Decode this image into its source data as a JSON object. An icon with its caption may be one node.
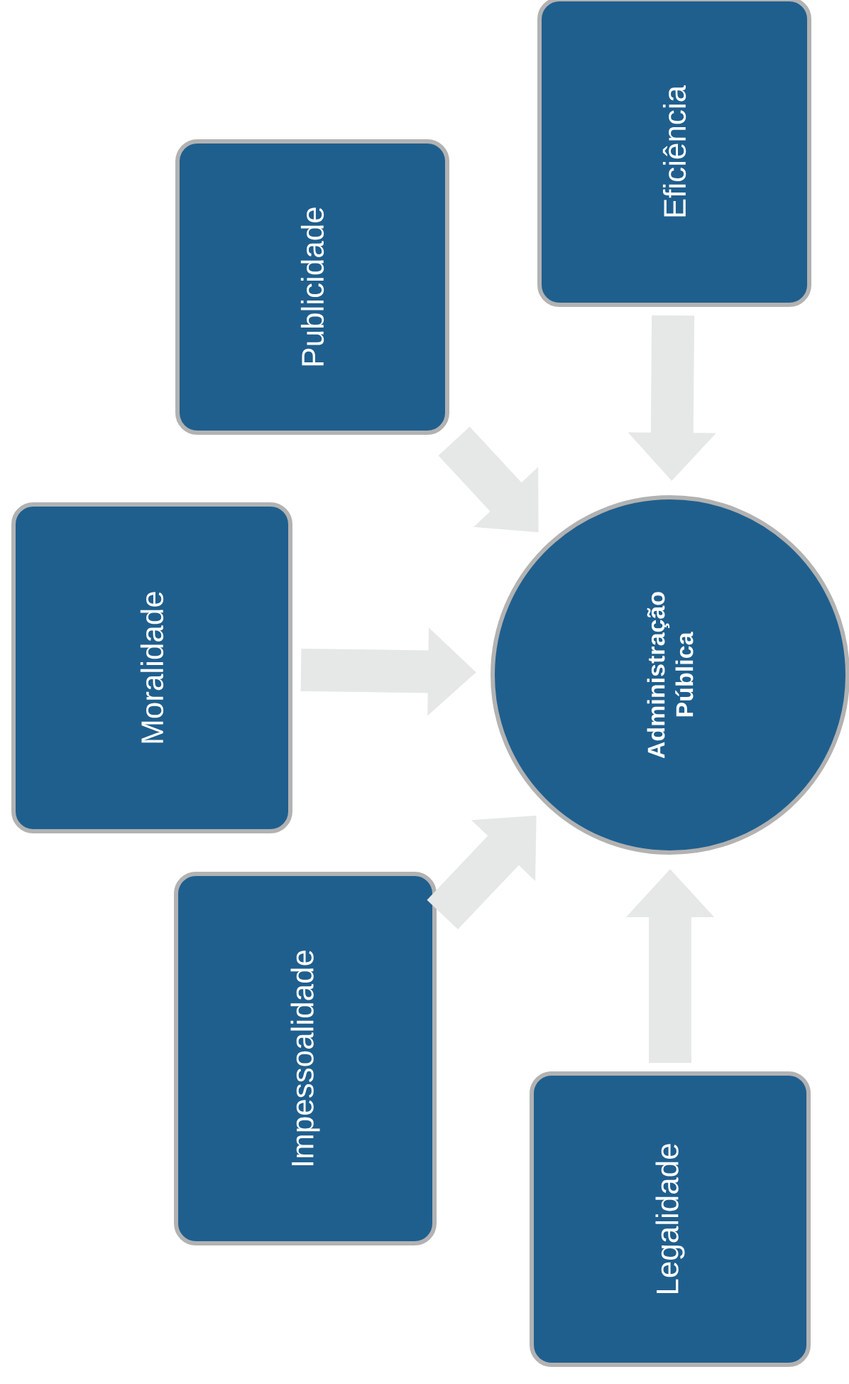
{
  "diagram": {
    "nodes": [
      {
        "text": [
          "Administração Pública"
        ]
      },
      {
        "text": [
          "Legalidade"
        ]
      },
      {
        "text": [
          "Impessoalidade"
        ]
      },
      {
        "text": [
          "Moralidade"
        ]
      },
      {
        "text": [
          "Publicidade"
        ]
      },
      {
        "text": [
          "Eficiência"
        ]
      }
    ],
    "edges": [
      {
        "from": 1,
        "to": 0,
        "arrow": "to"
      },
      {
        "from": 2,
        "to": 0,
        "arrow": "to"
      },
      {
        "from": 3,
        "to": 0,
        "arrow": "to"
      },
      {
        "from": 4,
        "to": 0,
        "arrow": "to"
      },
      {
        "from": 5,
        "to": 0,
        "arrow": "to"
      }
    ]
  }
}
